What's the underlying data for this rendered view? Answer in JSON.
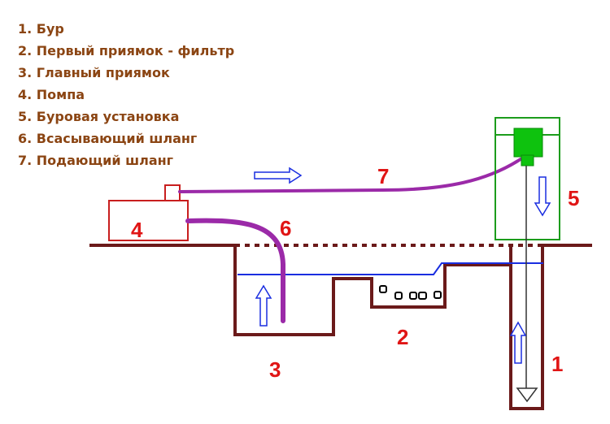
{
  "legend": {
    "color": "#8b4513",
    "items": [
      "1. Бур",
      "2. Первый приямок - фильтр",
      "3. Главный приямок",
      "4. Помпа",
      "5. Буровая установка",
      "6. Всасывающий шланг",
      "7. Подающий шланг"
    ]
  },
  "labels": {
    "drill": "1",
    "filter_pit": "2",
    "main_pit": "3",
    "pump": "4",
    "rig": "5",
    "suction_hose": "6",
    "supply_hose": "7"
  },
  "colors": {
    "ground": "#6b1a1a",
    "label": "#e01515",
    "hose": "#9b2aa8",
    "water": "#1a2ee0",
    "rig": "#1c9c1c",
    "motor": "#0ec20e",
    "arrow": "#1a2ee0",
    "pump_outline": "#c81e1e"
  }
}
